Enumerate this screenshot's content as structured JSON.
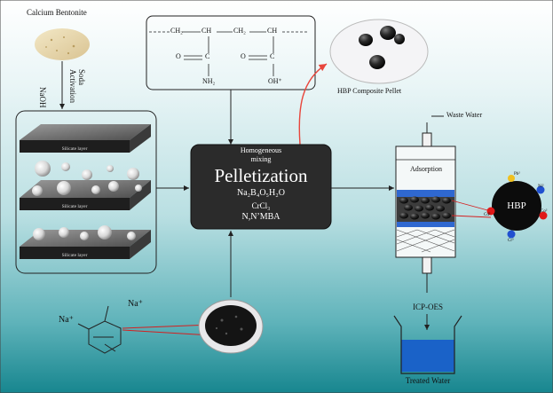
{
  "source": {
    "title": "Calcium Bentonite",
    "reagent": "NaOH",
    "step_line1": "Soda",
    "step_line2": "Activation"
  },
  "layers": [
    "Silicate layer",
    "Silicate layer",
    "Silicate layer"
  ],
  "polymer": {
    "ch": "CH",
    "ch2": "CH₂",
    "o": "O",
    "c": "C",
    "nh2": "NH₂",
    "oh": "OH⁺"
  },
  "pellet": {
    "caption": "HBP Composite Pellet"
  },
  "process": {
    "pre_line1": "Homogeneous",
    "pre_line2": "mixing",
    "title": "Pelletization",
    "reagent1": "Na₂B₄O₅H₂O",
    "reagent2": "CrCl₃",
    "reagent3": "N,N’MBA"
  },
  "column": {
    "inlet": "Waste Water",
    "label": "Adsorption",
    "analysis": "ICP-OES",
    "output": "Treated  Water"
  },
  "hbp": {
    "label": "HBP",
    "ions": [
      "Pb²",
      "Ni²",
      "Co²",
      "Cr³",
      "Cd²"
    ]
  },
  "molecule": {
    "na1": "Na⁺",
    "na2": "Na⁺"
  },
  "colors": {
    "bg_top": "#ffffff",
    "bg_mid": "#c8e4e8",
    "bg_bottom": "#17868f",
    "process_box": "#2b2b2b",
    "water": "#1a62c8",
    "arrow_red": "#e8463c",
    "ion_red": "#e01818",
    "ion_blue": "#2050d0",
    "ion_yellow": "#f0c020"
  }
}
